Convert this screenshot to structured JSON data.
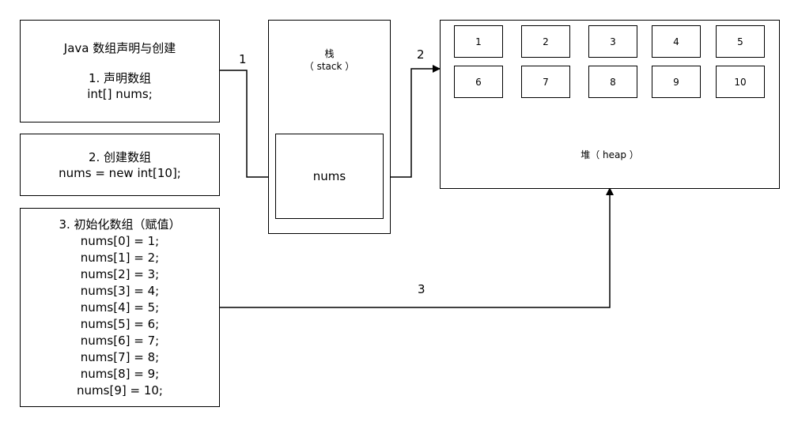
{
  "box_declare": {
    "title": "Java 数组声明与创建",
    "step": "1. 声明数组",
    "code": "int[] nums;"
  },
  "box_create": {
    "step": "2. 创建数组",
    "code": "nums = new int[10];"
  },
  "box_init": {
    "step": "3. 初始化数组（赋值）",
    "lines": [
      "nums[0] = 1;",
      "nums[1] = 2;",
      "nums[2] = 3;",
      "nums[3] = 4;",
      "nums[4] = 5;",
      "nums[5] = 6;",
      "nums[6] = 7;",
      "nums[7] = 8;",
      "nums[8] = 9;",
      "nums[9] = 10;"
    ]
  },
  "stack": {
    "title": "栈",
    "subtitle": "（ stack ）",
    "var_label": "nums"
  },
  "heap": {
    "label": "堆（ heap ）",
    "cells": [
      "1",
      "2",
      "3",
      "4",
      "5",
      "6",
      "7",
      "8",
      "9",
      "10"
    ]
  },
  "arrows": {
    "a1": "1",
    "a2": "2",
    "a3": "3"
  }
}
